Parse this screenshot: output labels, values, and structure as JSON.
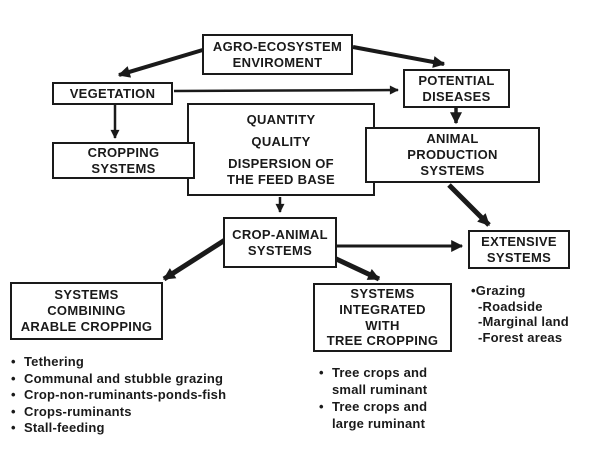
{
  "diagram": {
    "boxes": {
      "agro_ecosystem": {
        "label": "AGRO-ECOSYSTEM\nENVIROMENT"
      },
      "vegetation": {
        "label": "VEGETATION"
      },
      "potential_diseases": {
        "label": "POTENTIAL\nDISEASES"
      },
      "feed_base": {
        "line1": "QUANTITY",
        "line2": "QUALITY",
        "line3": "DISPERSION OF\nTHE FEED BASE"
      },
      "cropping_systems": {
        "label": "CROPPING\nSYSTEMS"
      },
      "animal_production": {
        "label": "ANIMAL\nPRODUCTION\nSYSTEMS"
      },
      "crop_animal": {
        "label": "CROP-ANIMAL\nSYSTEMS"
      },
      "extensive": {
        "label": "EXTENSIVE\nSYSTEMS"
      },
      "arable": {
        "label": "SYSTEMS\nCOMBINING\nARABLE CROPPING"
      },
      "tree": {
        "label": "SYSTEMS\nINTEGRATED\nWITH\nTREE CROPPING"
      }
    },
    "lists": {
      "grazing": {
        "items": [
          "•Grazing",
          "-Roadside",
          "-Marginal land",
          "-Forest areas"
        ]
      },
      "arable_detail": {
        "bullet": "•",
        "items": [
          "Tethering",
          "Communal and stubble grazing",
          "Crop-non-ruminants-ponds-fish",
          "Crops-ruminants",
          "Stall-feeding"
        ]
      },
      "tree_detail": {
        "bullet": "•",
        "items": [
          "Tree crops and\nsmall ruminant",
          "Tree crops and\nlarge ruminant"
        ]
      }
    },
    "colors": {
      "ink": "#1a1a1a",
      "paper": "#ffffff"
    }
  }
}
